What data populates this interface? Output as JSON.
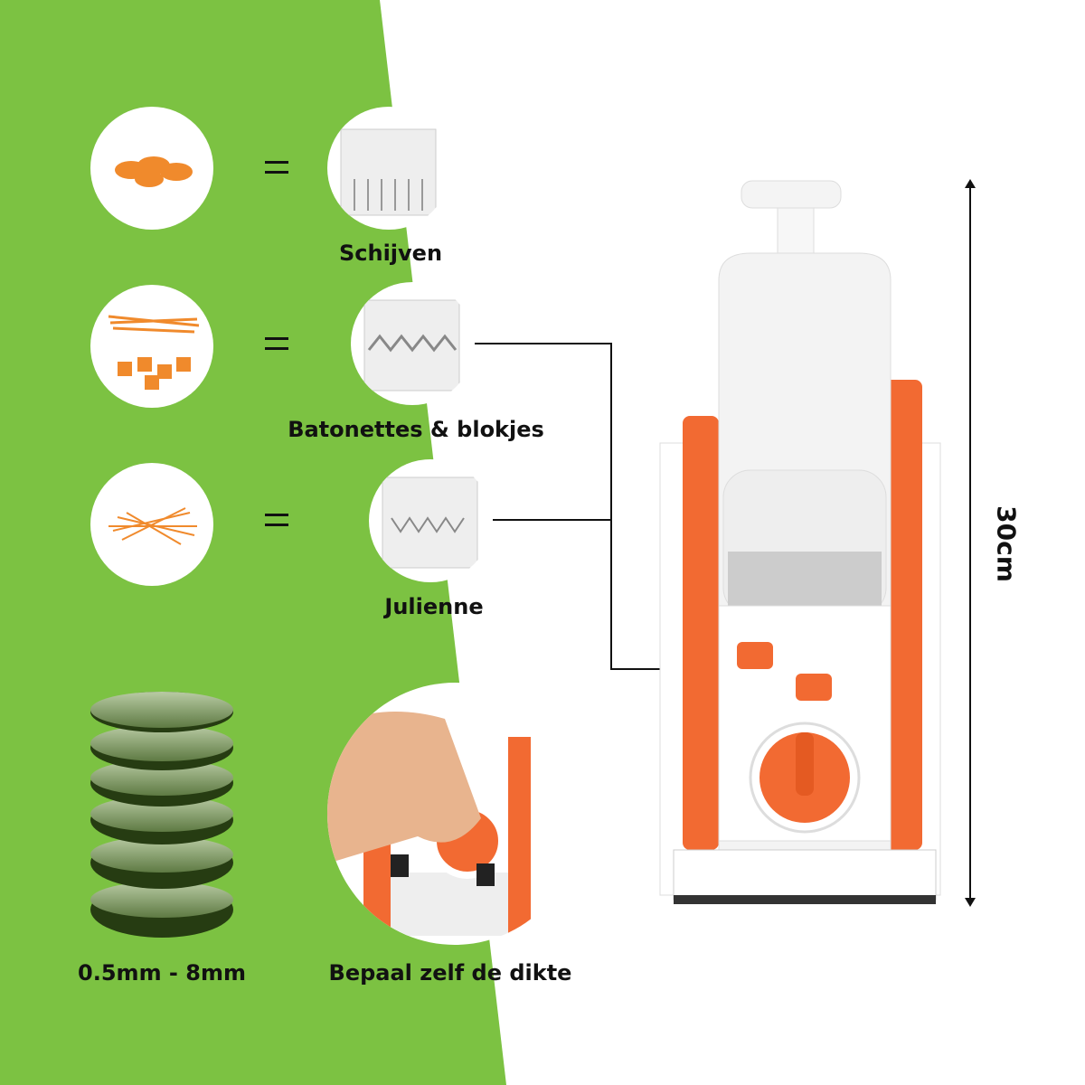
{
  "cuts": [
    {
      "label": "Schijven",
      "icon": "carrot-slices"
    },
    {
      "label": "Batonettes & blokjes",
      "icon": "carrot-sticks-cubes"
    },
    {
      "label": "Julienne",
      "icon": "carrot-julienne"
    }
  ],
  "thickness": {
    "range_label": "0.5mm - 8mm",
    "adjust_label": "Bepaal zelf de dikte"
  },
  "dimension": {
    "height_label": "30cm"
  },
  "colors": {
    "green": "#7cc242",
    "orange": "#f26a32",
    "disc": "#263c12"
  }
}
